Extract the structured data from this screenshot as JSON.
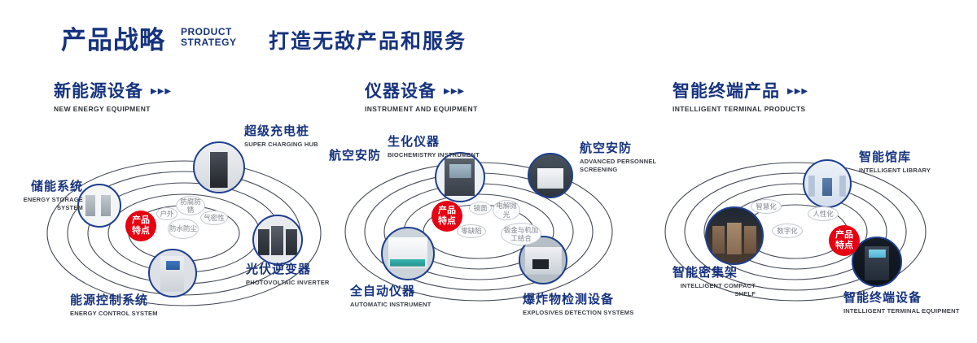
{
  "arrow_glyph": "▶▶▶",
  "colors": {
    "navy": "#16337e",
    "red": "#e60012"
  },
  "header": {
    "title": "产品战略",
    "subtitle_line1": "PRODUCT",
    "subtitle_line2": "STRATEGY",
    "tagline": "打造无敌产品和服务"
  },
  "sections": [
    {
      "title": "新能源设备",
      "subtitle": "NEW ENERGY EQUIPMENT",
      "badge": "产品特点",
      "features": [
        "防腐防锈",
        "户外",
        "气密性",
        "防水防尘"
      ],
      "nodes": [
        {
          "label": "储能系统",
          "sub": "ENERGY STORAGE SYSTEM"
        },
        {
          "label": "超级充电桩",
          "sub": "SUPER CHARGING HUB"
        },
        {
          "label": "光伏逆变器",
          "sub": "PHOTOVOLTAIC INVERTER"
        },
        {
          "label": "能源控制系统",
          "sub": "ENERGY CONTROL SYSTEM"
        }
      ]
    },
    {
      "title": "仪器设备",
      "subtitle": "INSTRUMENT AND EQUIPMENT",
      "badge": "产品特点",
      "extra_label": "航空安防",
      "features": [
        "镜面",
        "电解抛光",
        "零缺陷",
        "钣金与机加工结合"
      ],
      "nodes": [
        {
          "label": "生化仪器",
          "sub": "BIOCHEMISTRY INSTRUMENT"
        },
        {
          "label": "航空安防",
          "sub": "ADVANCED PERSONNEL SCREENING"
        },
        {
          "label": "全自动仪器",
          "sub": "AUTOMATIC INSTRUMENT"
        },
        {
          "label": "爆炸物检测设备",
          "sub": "EXPLOSIVES DETECTION SYSTEMS"
        }
      ]
    },
    {
      "title": "智能终端产品",
      "subtitle": "INTELLIGENT TERMINAL PRODUCTS",
      "badge": "产品特点",
      "features": [
        "智慧化",
        "人性化",
        "数字化"
      ],
      "nodes": [
        {
          "label": "智能馆库",
          "sub": "INTELLIGENT LIBRARY"
        },
        {
          "label": "智能密集架",
          "sub": "INTELLIGENT COMPACT SHELF"
        },
        {
          "label": "智能终端设备",
          "sub": "INTELLIGENT TERMINAL EQUIPMENT"
        }
      ]
    }
  ]
}
